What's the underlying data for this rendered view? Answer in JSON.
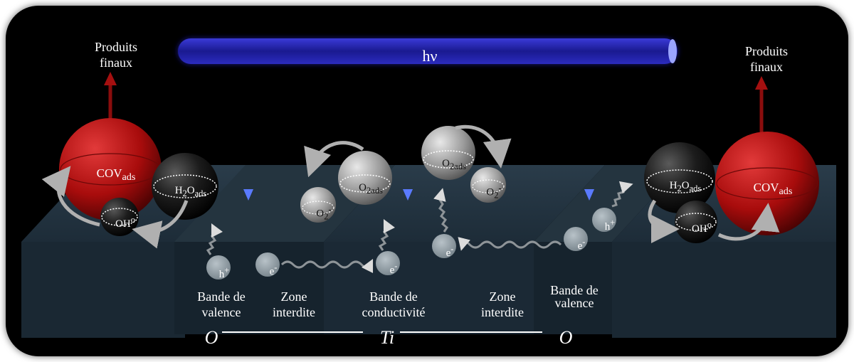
{
  "top_left_label": [
    "Produits",
    "finaux"
  ],
  "top_right_label": [
    "Produits",
    "finaux"
  ],
  "light": "hν",
  "molecules": {
    "cov_left": {
      "base": "COV",
      "sub": "ads"
    },
    "cov_right": {
      "base": "COV",
      "sub": "ads"
    },
    "h2o_left": {
      "base": "H",
      "sub1": "2",
      "mid": "O",
      "sub2": "ads"
    },
    "h2o_right": {
      "base": "H",
      "sub1": "2",
      "mid": "O",
      "sub2": "ads"
    },
    "oh_left": {
      "base": "OH",
      "sup": "o"
    },
    "oh_right": {
      "base": "OH",
      "sup": "o"
    },
    "o2ads_1": {
      "base": "O",
      "sub": "2ads"
    },
    "o2ads_2": {
      "base": "O",
      "sub": "2ads"
    },
    "o2_1": {
      "base": "O",
      "sub": "2",
      "sup": "-"
    },
    "o2_2": {
      "base": "O",
      "sub": "2",
      "sup": "-"
    }
  },
  "carriers": {
    "h_plus_1": {
      "base": "h",
      "sup": "+"
    },
    "h_plus_2": {
      "base": "h",
      "sup": "+"
    },
    "e_1": {
      "base": "e",
      "sup": "-"
    },
    "e_2": {
      "base": "e",
      "sup": "-"
    },
    "e_3": {
      "base": "e",
      "sup": "-"
    },
    "e_4": {
      "base": "e",
      "sup": "-"
    }
  },
  "band_labels": {
    "valence_left": [
      "Bande de",
      "valence"
    ],
    "gap_left": [
      "Zone",
      "interdite"
    ],
    "conduction": [
      "Bande de",
      "conductivité"
    ],
    "gap_right": [
      "Zone",
      "interdite"
    ],
    "valence_right": [
      "Bande de",
      "valence"
    ]
  },
  "chain": {
    "left": "O",
    "center": "Ti",
    "right": "O"
  },
  "colors": {
    "red": "#b51010",
    "dark_red": "#8a0d0d",
    "blue": "#2a2ab0",
    "slab": "#1b2a36",
    "grey": "#9a9a9a"
  }
}
